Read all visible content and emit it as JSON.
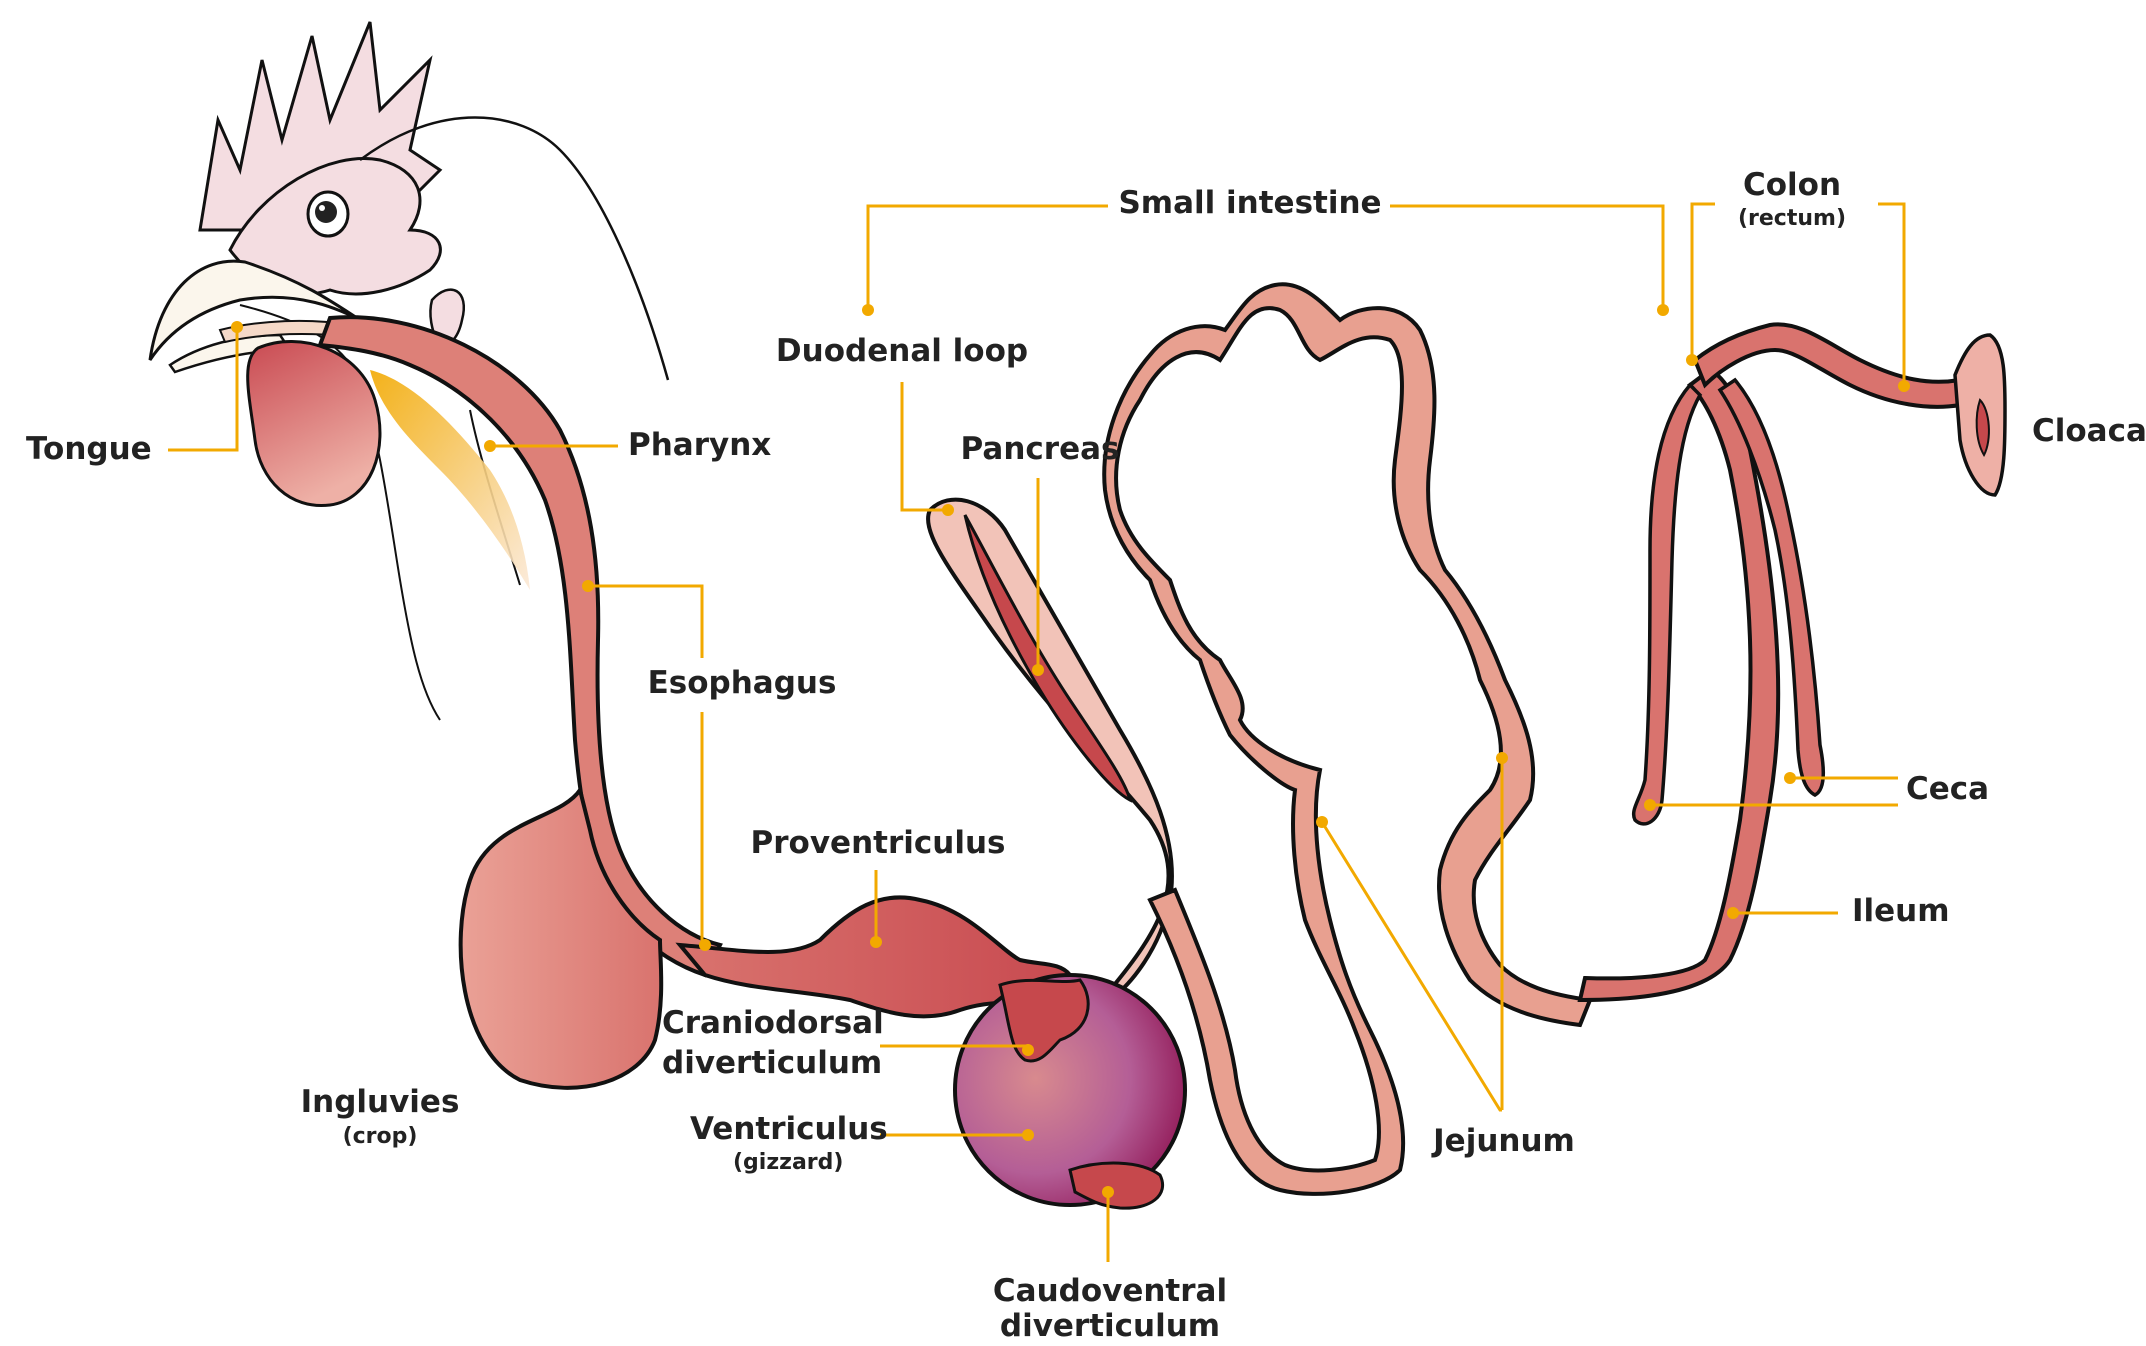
{
  "labels": {
    "tongue": "Tongue",
    "pharynx": "Pharynx",
    "esophagus": "Esophagus",
    "ingluvies": "Ingluvies",
    "ingluvies_sub": "(crop)",
    "proventriculus": "Proventriculus",
    "craniodorsal_1": "Craniodorsal",
    "craniodorsal_2": "diverticulum",
    "ventriculus": "Ventriculus",
    "ventriculus_sub": "(gizzard)",
    "caudoventral_1": "Caudoventral",
    "caudoventral_2": "diverticulum",
    "duodenal_loop": "Duodenal loop",
    "pancreas": "Pancreas",
    "small_intestine": "Small intestine",
    "jejunum": "Jejunum",
    "ileum": "Ileum",
    "ceca": "Ceca",
    "colon": "Colon",
    "colon_sub": "(rectum)",
    "cloaca": "Cloaca"
  },
  "colors": {
    "leader": "#f2a900",
    "outline": "#111111",
    "gut": "#d9736e",
    "gut_light": "#f2c3b8",
    "pancreas": "#c6484c",
    "gizzard": "#9b3a78",
    "comb": "#f4dde1"
  }
}
